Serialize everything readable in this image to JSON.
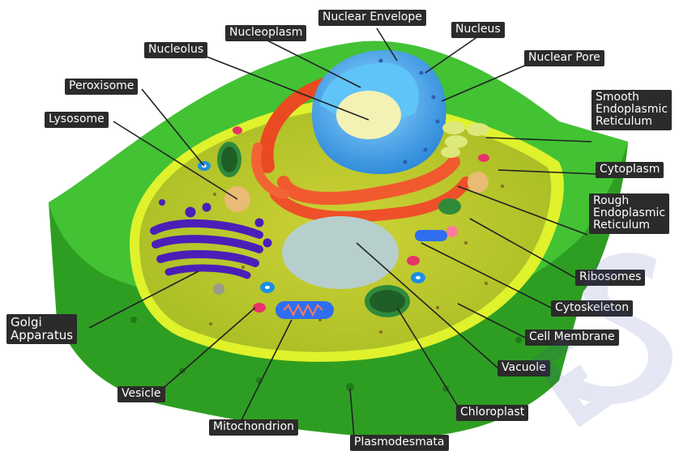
{
  "diagram": {
    "labels": {
      "nuclear_envelope": "Nuclear Envelope",
      "nucleus": "Nucleus",
      "nucleoplasm": "Nucleoplasm",
      "nucleolus": "Nucleolus",
      "nuclear_pore": "Nuclear Pore",
      "peroxisome": "Peroxisome",
      "smooth_er_1": "Smooth",
      "smooth_er_2": "Endoplasmic",
      "smooth_er_3": "Reticulum",
      "lysosome": "Lysosome",
      "cytoplasm": "Cytoplasm",
      "rough_er_1": "Rough",
      "rough_er_2": "Endoplasmic",
      "rough_er_3": "Reticulum",
      "ribosomes": "Ribosomes",
      "golgi_1": "Golgi",
      "golgi_2": "Apparatus",
      "cytoskeleton": "Cytoskeleton",
      "cell_membrane": "Cell Membrane",
      "vacuole": "Vacuole",
      "vesicle": "Vesicle",
      "chloroplast": "Chloroplast",
      "mitochondrion": "Mitochondrion",
      "plasmodesmata": "Plasmodesmata"
    },
    "colors": {
      "cell_wall": "#3cb82a",
      "membrane": "#d8ef2a",
      "cytoplasm": "#c6cf2e",
      "nucleus_outer": "#39a7ee",
      "nucleolus": "#f2f1b0",
      "rough_er": "#f0522a",
      "golgi": "#4a1fb8",
      "vacuole": "#a9c9c9",
      "label_bg": "#2b2b2b"
    }
  }
}
